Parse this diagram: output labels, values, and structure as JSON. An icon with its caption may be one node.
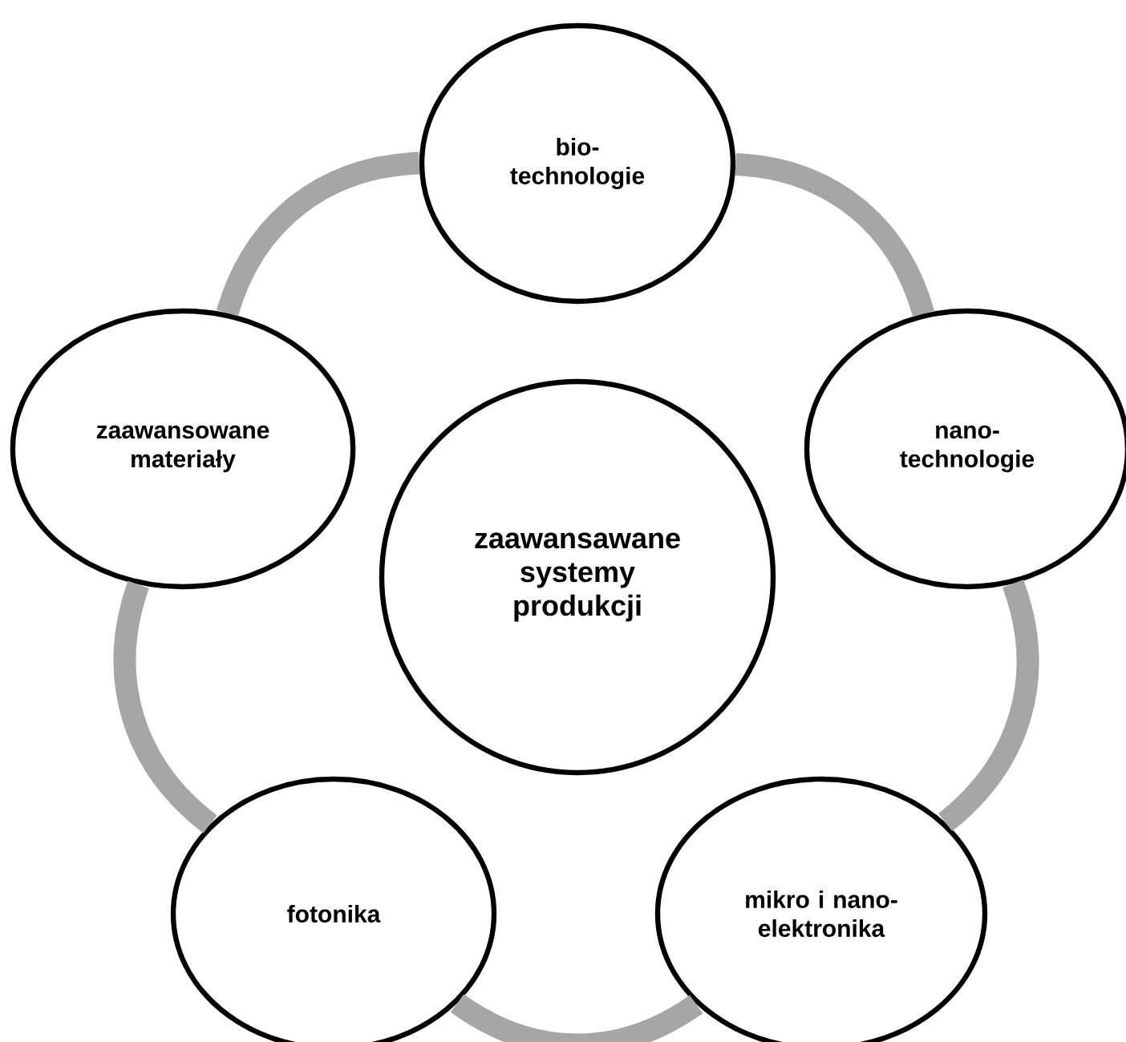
{
  "diagram": {
    "nodes": [
      {
        "text": [
          "bio- technologie"
        ]
      },
      {
        "text": [
          "nano- technologie"
        ]
      },
      {
        "text": [
          "mikro i nano- elektronika"
        ]
      },
      {
        "text": [
          "fotonika"
        ]
      },
      {
        "text": [
          "zaawansowane materiały"
        ]
      },
      {
        "text": [
          "zaawansawane systemy produkcji"
        ]
      }
    ],
    "edges": [
      {
        "from": 0,
        "to": 1,
        "arrow": "none"
      },
      {
        "from": 1,
        "to": 2,
        "arrow": "none"
      },
      {
        "from": 2,
        "to": 3,
        "arrow": "none"
      },
      {
        "from": 3,
        "to": 4,
        "arrow": "none"
      },
      {
        "from": 4,
        "to": 0,
        "arrow": "none"
      }
    ]
  }
}
